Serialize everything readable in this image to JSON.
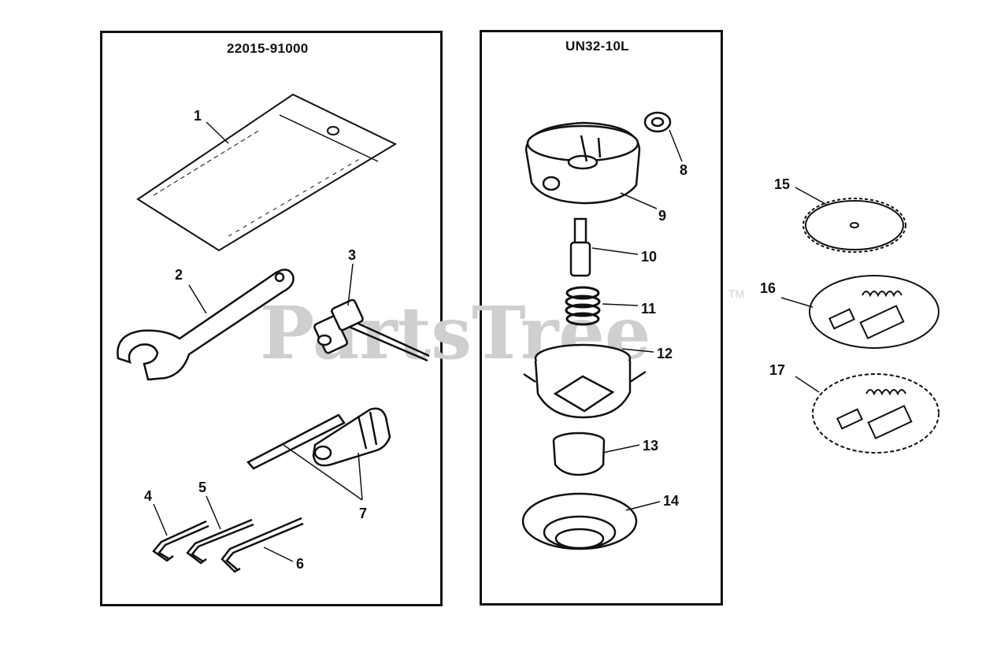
{
  "panels": {
    "left_title": "22015-91000",
    "right_title": "UN32-10L"
  },
  "watermark": {
    "text": "PartsTree",
    "trademark": "TM"
  },
  "parts": {
    "p1": "1",
    "p2": "2",
    "p3": "3",
    "p4": "4",
    "p5": "5",
    "p6": "6",
    "p7": "7",
    "p8": "8",
    "p9": "9",
    "p10": "10",
    "p11": "11",
    "p12": "12",
    "p13": "13",
    "p14": "14",
    "p15": "15",
    "p16": "16",
    "p17": "17"
  }
}
